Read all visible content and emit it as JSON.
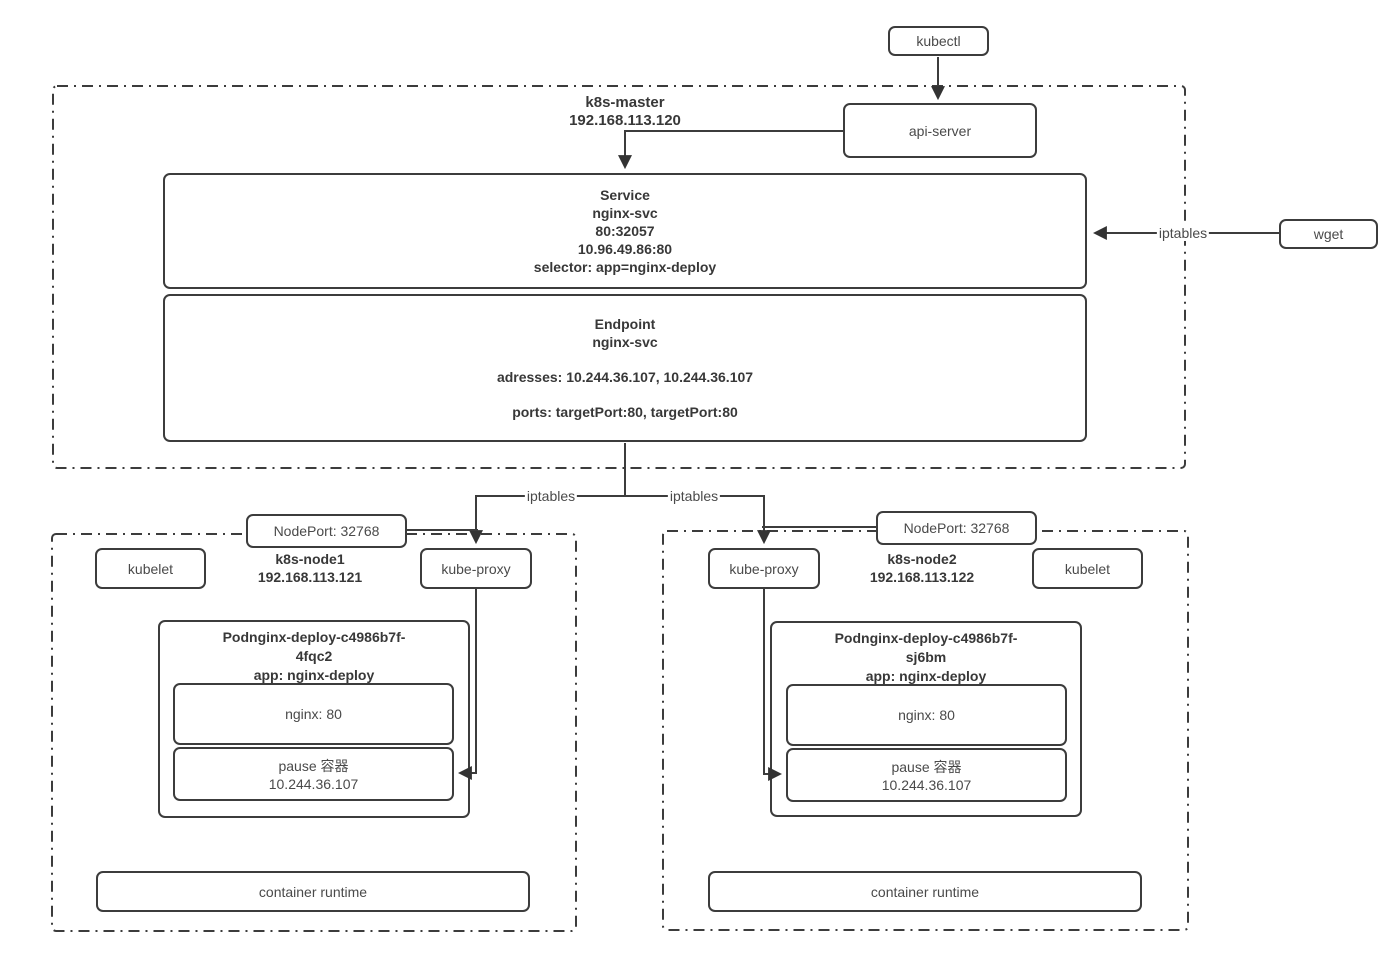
{
  "colors": {
    "stroke": "#3c3c3c",
    "text": "#4a4a4a",
    "bold_text": "#383838",
    "background": "#ffffff"
  },
  "kubectl": {
    "label": "kubectl"
  },
  "api_server": {
    "label": "api-server"
  },
  "wget": {
    "label": "wget"
  },
  "iptables_labels": {
    "wget": "iptables",
    "left": "iptables",
    "right": "iptables"
  },
  "master": {
    "name": "k8s-master",
    "ip": "192.168.113.120",
    "service": {
      "title": "Service",
      "name": "nginx-svc",
      "port_map": "80:32057",
      "cluster_ip": "10.96.49.86:80",
      "selector": "selector: app=nginx-deploy"
    },
    "endpoint": {
      "title": "Endpoint",
      "name": "nginx-svc",
      "addresses": "adresses: 10.244.36.107, 10.244.36.107",
      "ports": "ports: targetPort:80, targetPort:80"
    }
  },
  "node1": {
    "name": "k8s-node1",
    "ip": "192.168.113.121",
    "nodeport": "NodePort: 32768",
    "kubelet": "kubelet",
    "kube_proxy": "kube-proxy",
    "pod": {
      "title_line1": "Podnginx-deploy-c4986b7f-",
      "title_line2": "4fqc2",
      "title_line3": "app: nginx-deploy",
      "nginx": "nginx: 80",
      "pause_line1": "pause 容器",
      "pause_line2": "10.244.36.107"
    },
    "container_runtime": "container runtime"
  },
  "node2": {
    "name": "k8s-node2",
    "ip": "192.168.113.122",
    "nodeport": "NodePort: 32768",
    "kubelet": "kubelet",
    "kube_proxy": "kube-proxy",
    "pod": {
      "title_line1": "Podnginx-deploy-c4986b7f-",
      "title_line2": "sj6bm",
      "title_line3": "app: nginx-deploy",
      "nginx": "nginx: 80",
      "pause_line1": "pause 容器",
      "pause_line2": "10.244.36.107"
    },
    "container_runtime": "container runtime"
  }
}
